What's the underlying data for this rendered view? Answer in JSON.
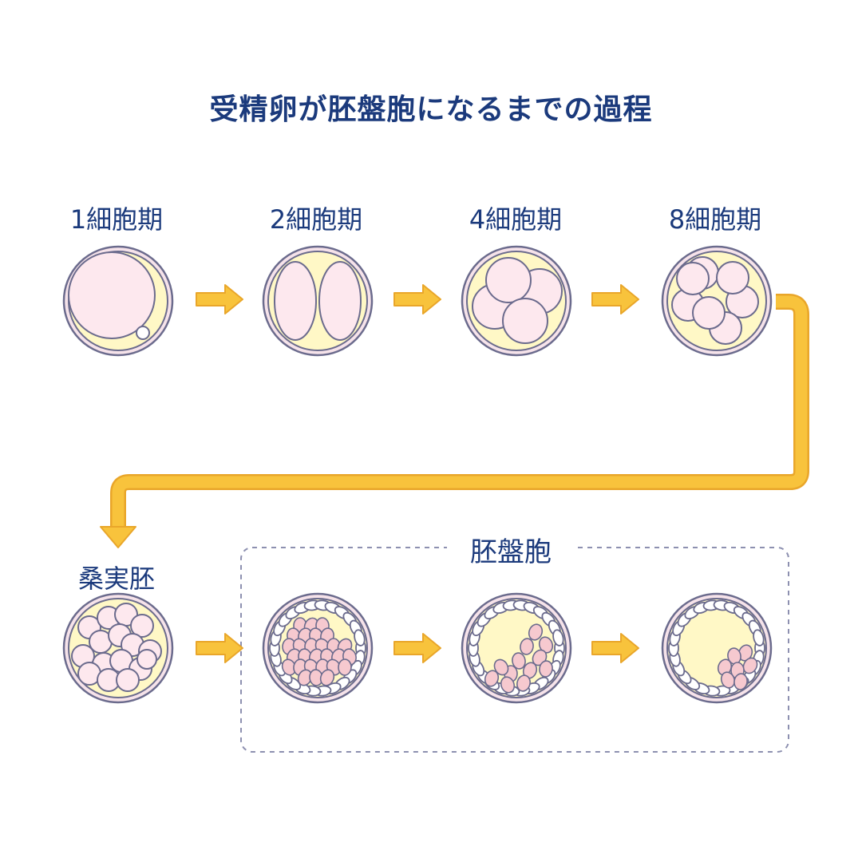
{
  "title": "受精卵が胚盤胞になるまでの過程",
  "stages": {
    "s1": "1細胞期",
    "s2": "2細胞期",
    "s4": "4細胞期",
    "s8": "8細胞期",
    "morula": "桑実胚"
  },
  "blastocyst_group_label": "胚盤胞",
  "colors": {
    "title": "#1b3a7c",
    "outer_ring": "#f6e3ea",
    "outline": "#6b6b8d",
    "zona_fill": "#fff8c6",
    "cell_fill": "#fde8ee",
    "icm_fill": "#f6c9cf",
    "arrow": "#f8c33c",
    "arrow_stroke": "#e9a62a"
  }
}
